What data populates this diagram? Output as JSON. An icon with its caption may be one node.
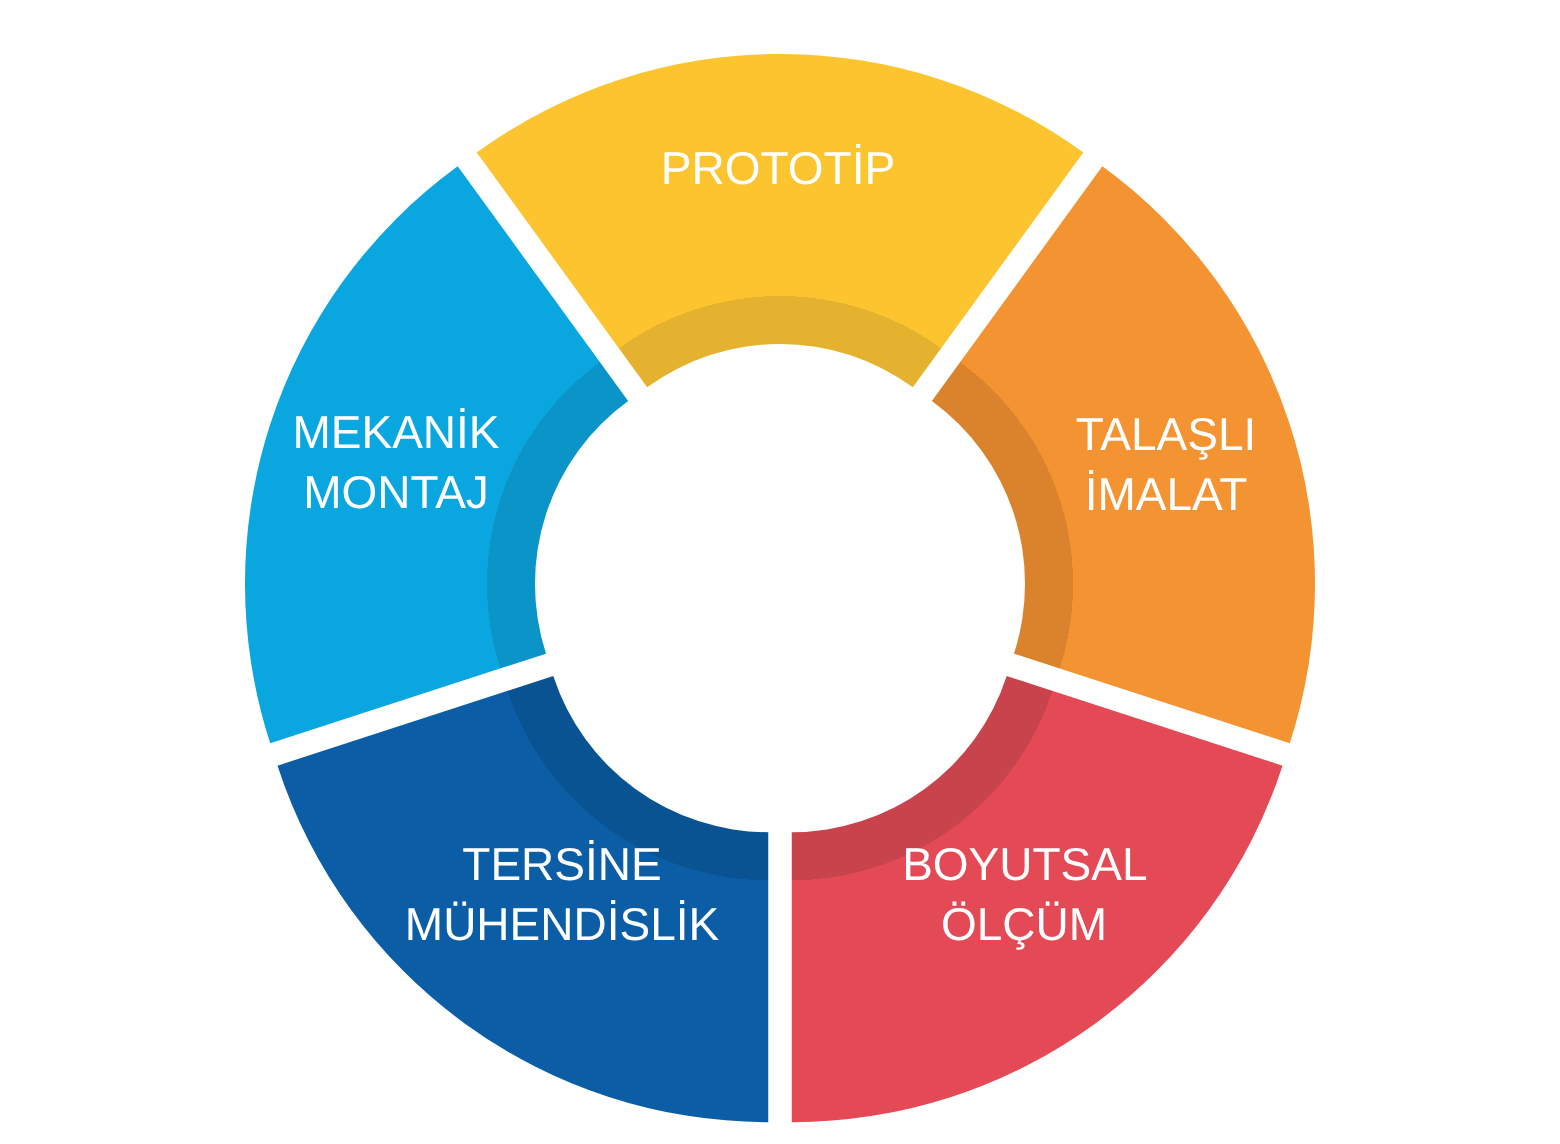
{
  "diagram": {
    "nodes": [
      {
        "text": [
          "PROTOTİP"
        ]
      },
      {
        "text": [
          "TALAŞLI İMALAT"
        ]
      },
      {
        "text": [
          "BOYUTSAL ÖLÇÜM"
        ]
      },
      {
        "text": [
          "TERSİNE MÜHENDİSLİK"
        ]
      },
      {
        "text": [
          "MEKANİK MONTAJ"
        ]
      }
    ]
  }
}
